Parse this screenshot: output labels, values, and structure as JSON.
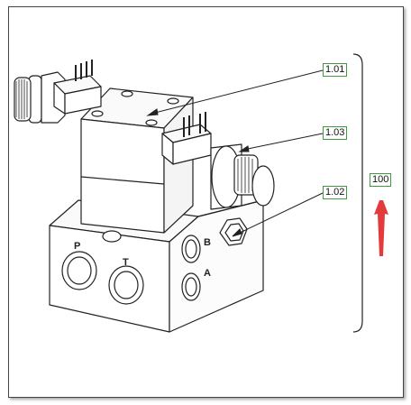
{
  "callouts": [
    {
      "id": "valve-body",
      "label": "1.01"
    },
    {
      "id": "plug",
      "label": "1.02"
    },
    {
      "id": "solenoid-coil",
      "label": "1.03"
    }
  ],
  "assembly": {
    "label": "100"
  },
  "ports": {
    "p": "P",
    "t": "T",
    "a": "A",
    "b": "B"
  },
  "colors": {
    "callout_border": "#3f9b3f",
    "arrow": "#e23b3b",
    "line": "#222222"
  }
}
